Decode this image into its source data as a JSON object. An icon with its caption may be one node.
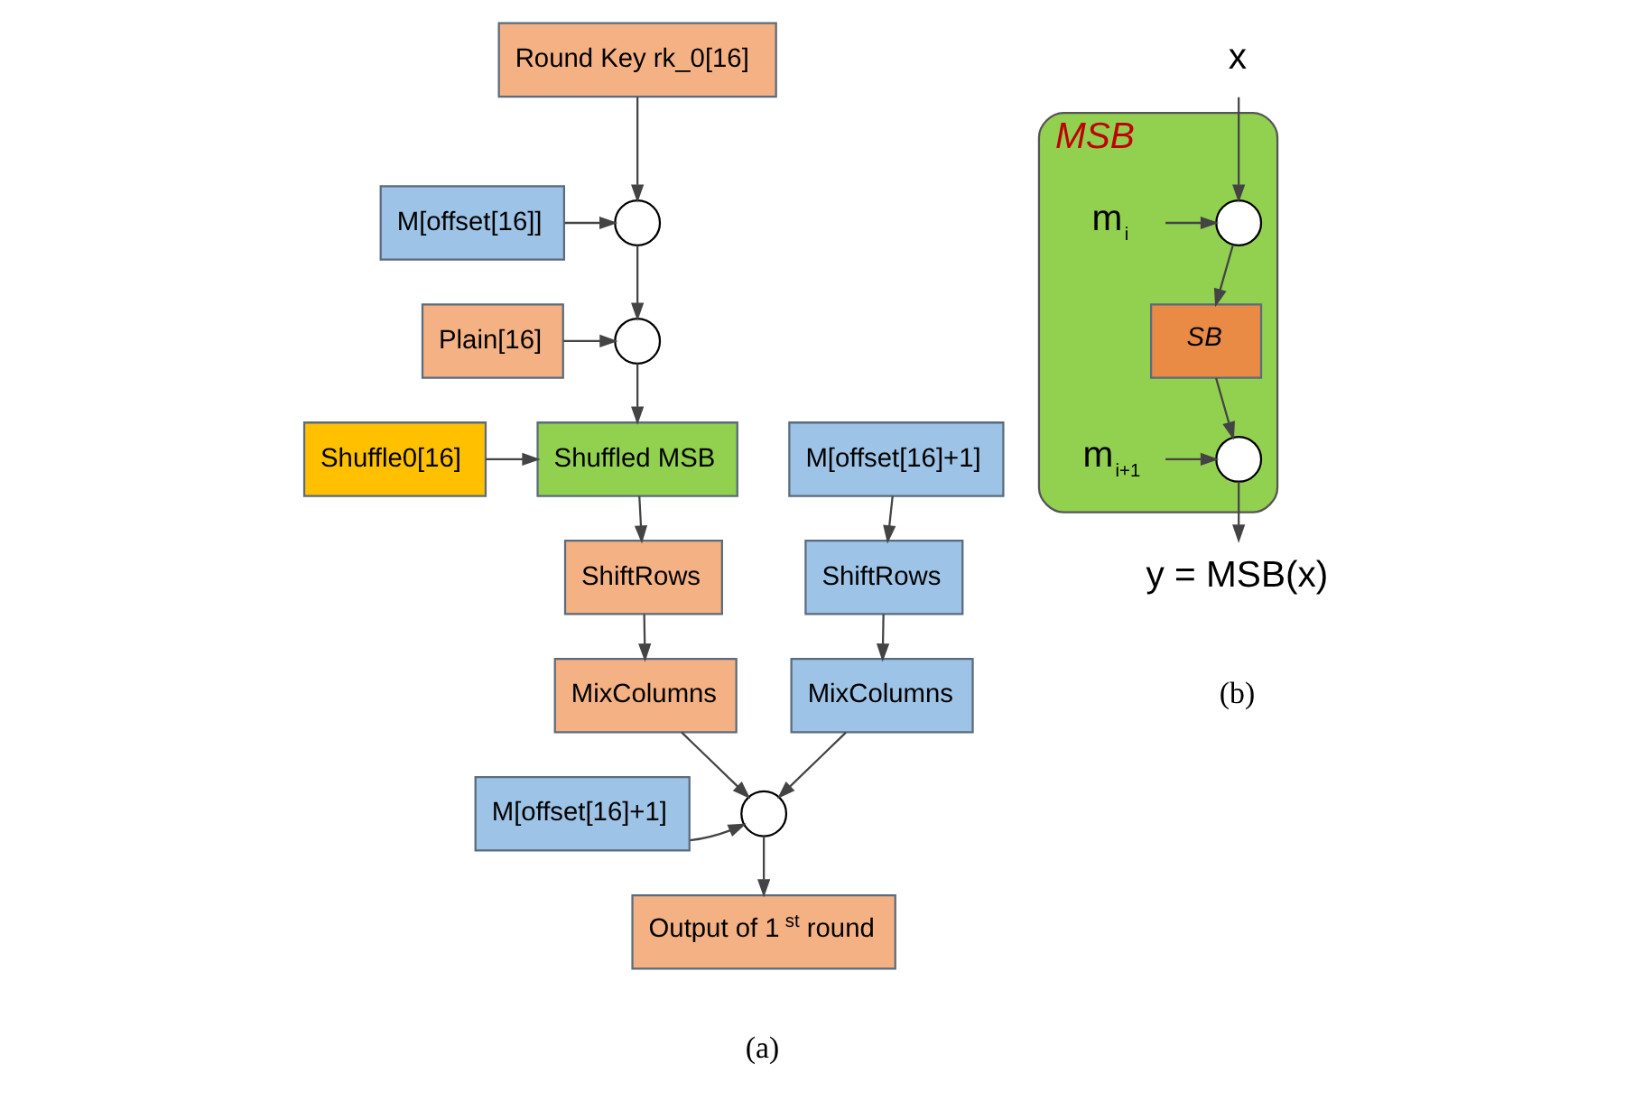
{
  "diagram": {
    "nodes": [
      {
        "text": [
          "Round Key rk_0[16]"
        ]
      },
      {
        "text": [],
        "shape": "circle"
      },
      {
        "text": [
          "M[offset[16]]"
        ]
      },
      {
        "text": [],
        "shape": "circle"
      },
      {
        "text": [
          "Plain[16]"
        ]
      },
      {
        "text": [
          "Shuffle0[16]"
        ]
      },
      {
        "text": [
          "Shuffled MSB"
        ]
      },
      {
        "text": [
          "M[offset[16]+1]"
        ]
      },
      {
        "text": [
          "ShiftRows"
        ]
      },
      {
        "text": [
          "ShiftRows"
        ]
      },
      {
        "text": [
          "MixColumns"
        ]
      },
      {
        "text": [
          "MixColumns"
        ]
      },
      {
        "text": [
          "M[offset[16]+1]"
        ]
      },
      {
        "text": [],
        "shape": "circle"
      },
      {
        "text": [
          "Output of 1$^{st}$ round"
        ]
      },
      {
        "text": [
          "x"
        ]
      },
      {
        "text": [
          "MSB"
        ]
      },
      {
        "text": [
          "m$_{i}$"
        ],
        "in": 16
      },
      {
        "text": [],
        "shape": "circle",
        "in": 16
      },
      {
        "text": [
          "SB"
        ],
        "in": 16
      },
      {
        "text": [
          "m$_{i+1}$"
        ],
        "in": 16
      },
      {
        "text": [],
        "shape": "circle",
        "in": 16
      },
      {
        "text": [
          "y = MSB(x)"
        ]
      }
    ],
    "edges": [
      {
        "from": 0,
        "to": 1,
        "arrow": "to"
      },
      {
        "from": 2,
        "to": 1,
        "arrow": "to"
      },
      {
        "from": 1,
        "to": 3,
        "arrow": "to"
      },
      {
        "from": 4,
        "to": 3,
        "arrow": "to"
      },
      {
        "from": 3,
        "to": 6,
        "arrow": "to"
      },
      {
        "from": 5,
        "to": 6,
        "arrow": "to"
      },
      {
        "from": 7,
        "to": 9,
        "arrow": "to"
      },
      {
        "from": 6,
        "to": 8,
        "arrow": "to"
      },
      {
        "from": 8,
        "to": 10,
        "arrow": "to"
      },
      {
        "from": 9,
        "to": 11,
        "arrow": "to"
      },
      {
        "from": 10,
        "to": 13,
        "arrow": "to"
      },
      {
        "from": 12,
        "to": 13,
        "arrow": "to"
      },
      {
        "from": 11,
        "to": 13,
        "arrow": "to"
      },
      {
        "from": 13,
        "to": 14,
        "arrow": "to"
      },
      {
        "from": 15,
        "to": 18,
        "arrow": "to"
      },
      {
        "from": 17,
        "to": 18,
        "arrow": "to"
      },
      {
        "from": 18,
        "to": 19,
        "arrow": "to"
      },
      {
        "from": 19,
        "to": 21,
        "arrow": "to"
      },
      {
        "from": 20,
        "to": 21,
        "arrow": "to"
      },
      {
        "from": 21,
        "to": 22,
        "arrow": "to"
      }
    ],
    "labels": [
      "(a)",
      "(b)"
    ]
  }
}
